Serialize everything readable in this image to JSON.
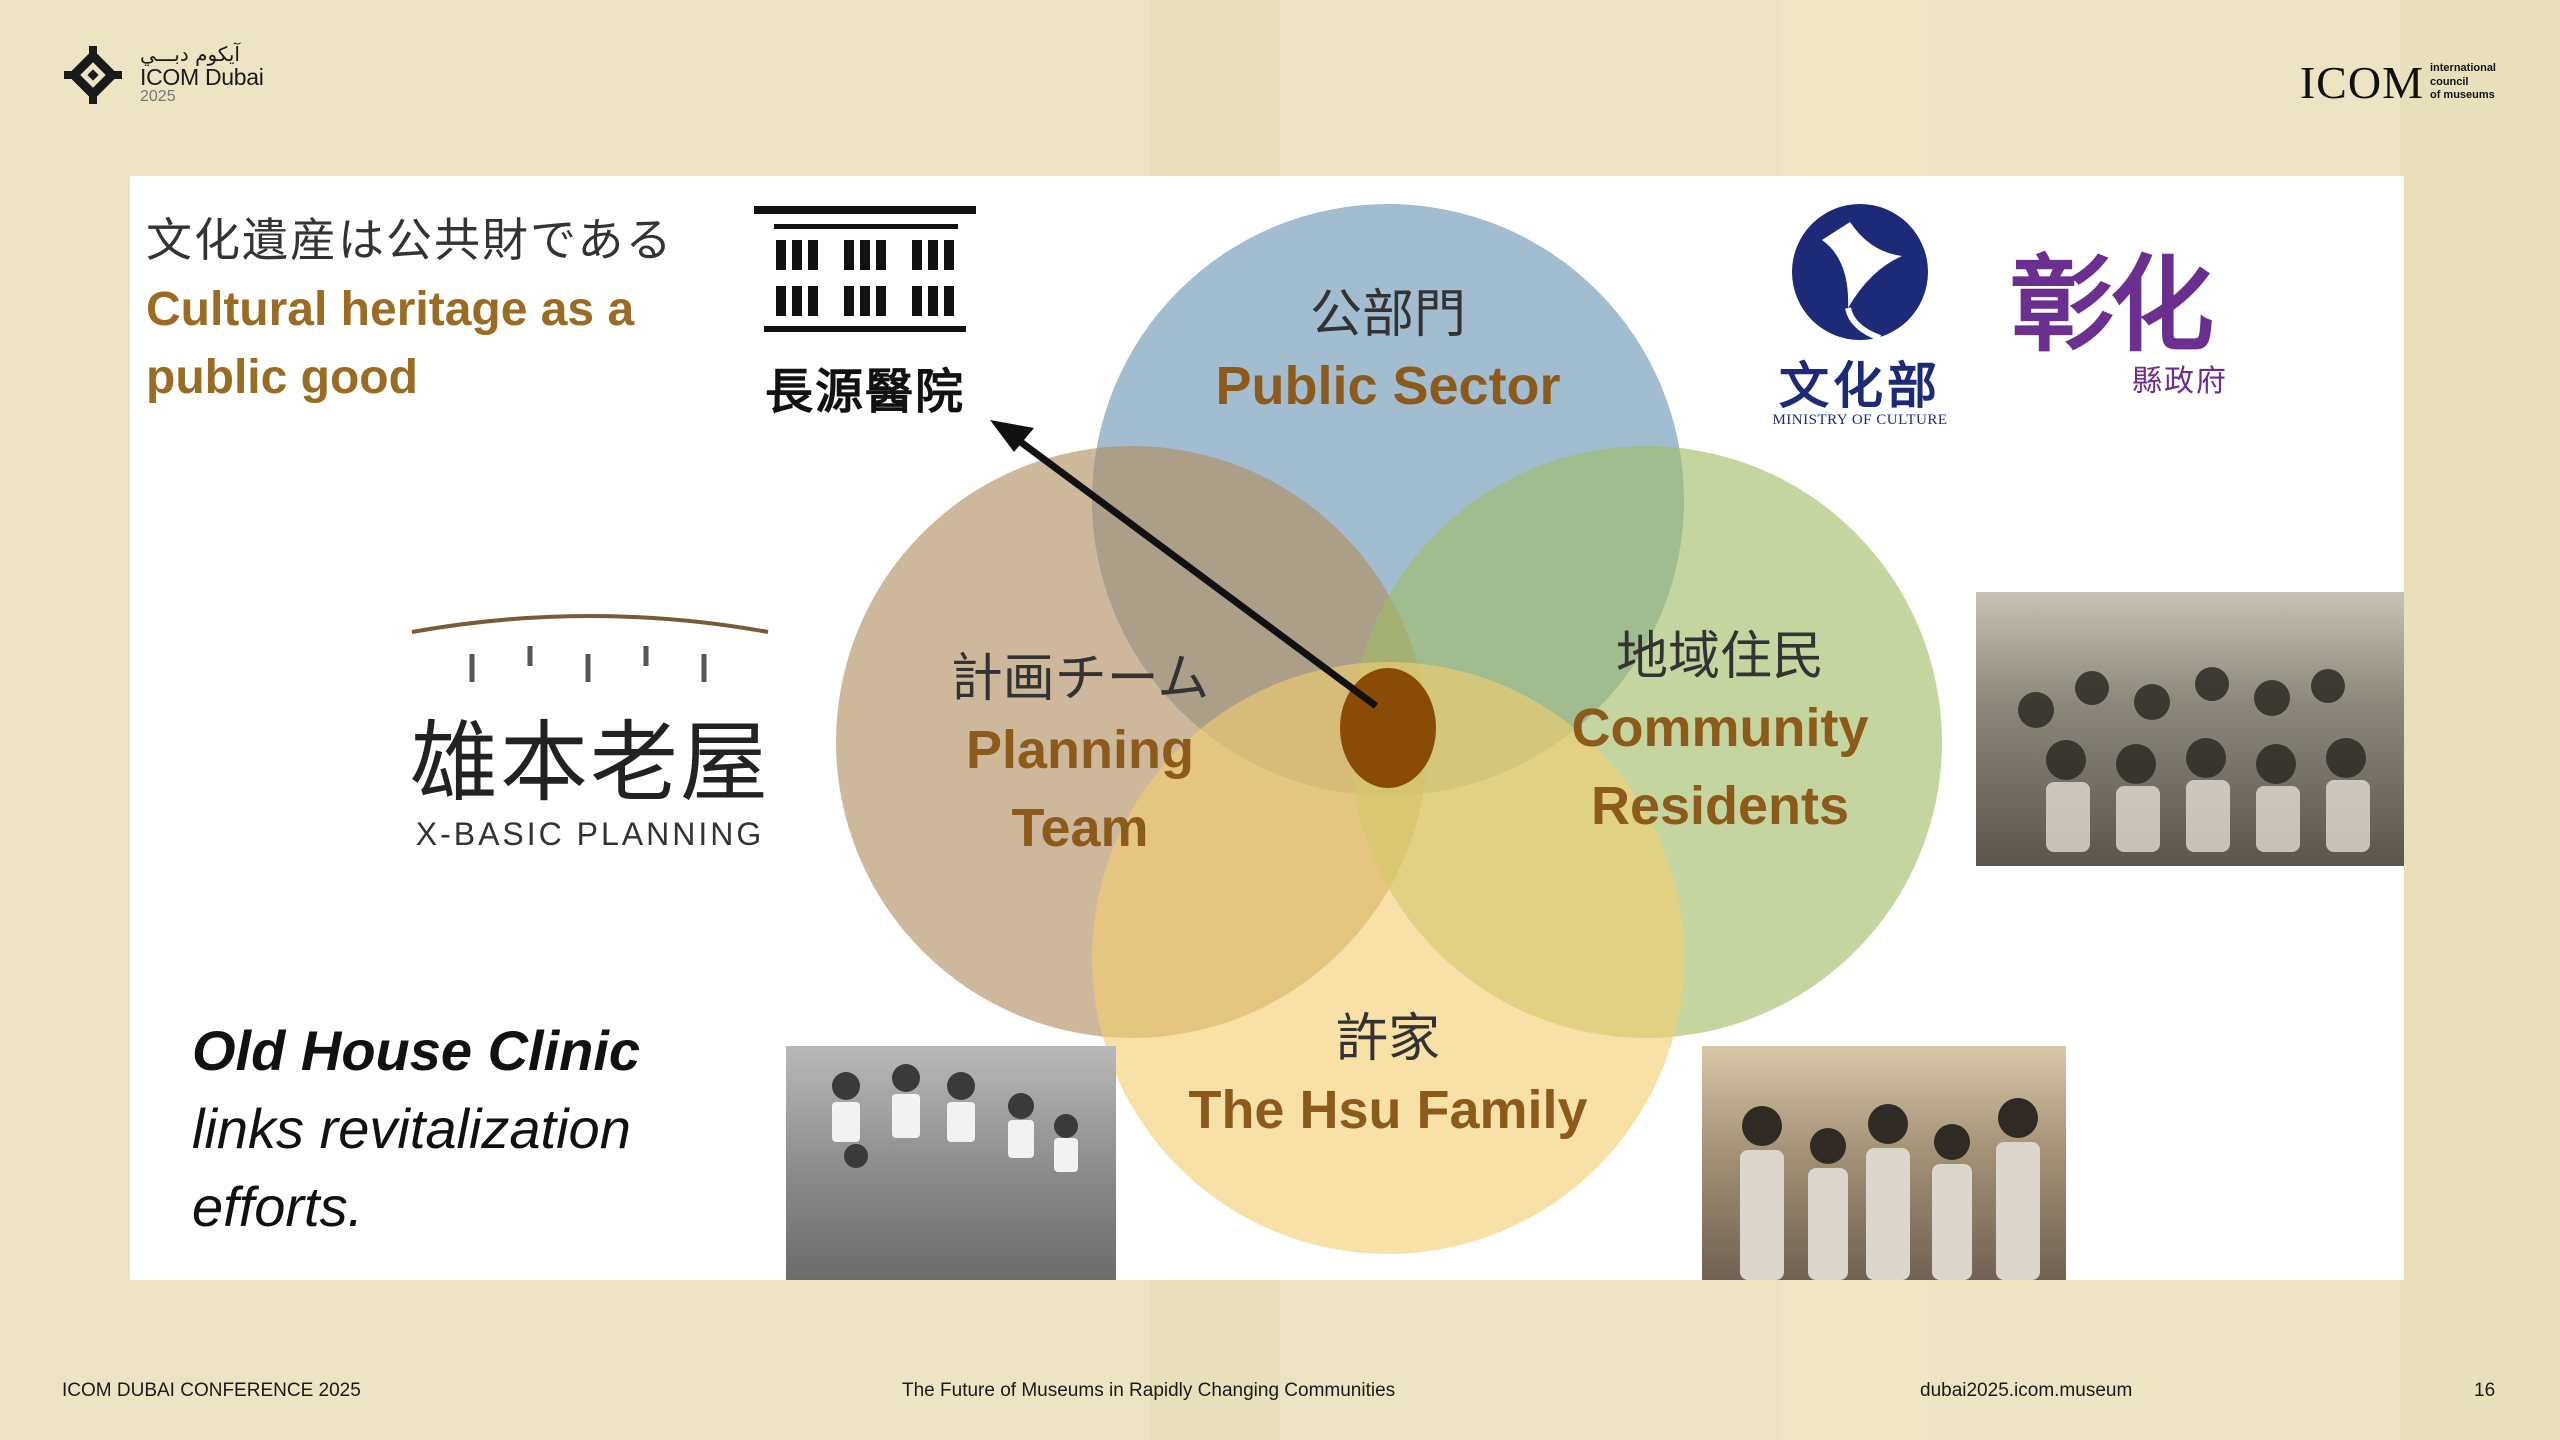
{
  "header": {
    "conference_logo": {
      "arabic": "آيكوم دبـــي",
      "name": "ICOM Dubai",
      "year": "2025"
    },
    "icom_logo": {
      "word": "ICOM",
      "sub": [
        "international",
        "council",
        "of museums"
      ]
    }
  },
  "slide": {
    "heading_jp": "文化遺産は公共財である",
    "heading_en": "Cultural heritage as a public good",
    "logos": {
      "choyuan_clinic": "長源醫院",
      "ministry_cn": "文化部",
      "ministry_en": "MINISTRY OF CULTURE",
      "changhua_big": "彰化",
      "changhua_small": "縣政府",
      "xbasic_cn": "雄本老屋",
      "xbasic_en": "X-BASIC PLANNING"
    },
    "venn": {
      "public_sector": {
        "jp": "公部門",
        "en": "Public Sector",
        "color": "#7ea3bd"
      },
      "planning_team": {
        "jp": "計画チーム",
        "en_line1": "Planning",
        "en_line2": "Team",
        "color": "#b08c5e"
      },
      "community": {
        "jp": "地域住民",
        "en_line1": "Community",
        "en_line2": "Residents",
        "color": "#9fbc66"
      },
      "hsu_family": {
        "jp": "許家",
        "en": "The Hsu Family",
        "color": "#f2cf6f"
      },
      "center_color": "#8a4a08"
    },
    "caption": {
      "strong": "Old House Clinic",
      "rest": "links revitalization efforts."
    }
  },
  "footer": {
    "left": "ICOM DUBAI CONFERENCE 2025",
    "center": "The Future of Museums in Rapidly Changing Communities",
    "right": "dubai2025.icom.museum",
    "page_number": "16"
  }
}
